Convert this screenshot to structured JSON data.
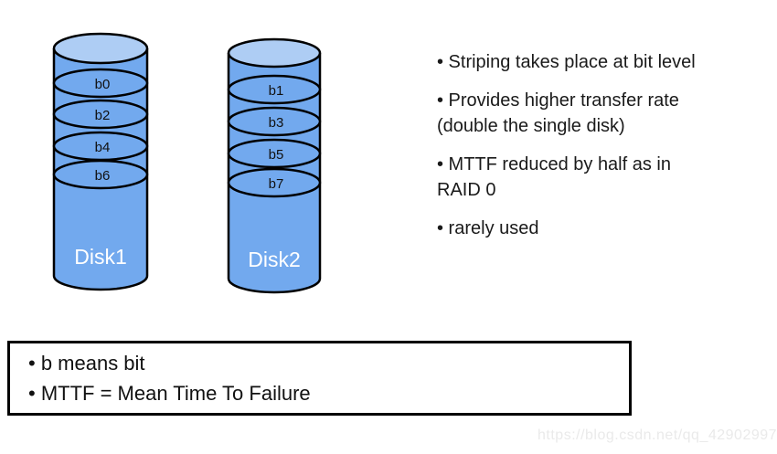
{
  "diagram": {
    "colors": {
      "disk_body": "#72A9EE",
      "disk_top": "#AECDF4",
      "outline": "#000000",
      "disk_label_text": "#FFFFFF"
    },
    "disks": [
      {
        "label": "Disk1",
        "platters": [
          "b0",
          "b2",
          "b4",
          "b6"
        ]
      },
      {
        "label": "Disk2",
        "platters": [
          "b1",
          "b3",
          "b5",
          "b7"
        ]
      }
    ]
  },
  "right_panel": {
    "bullets": [
      {
        "lines": [
          "• Striping takes place at bit level"
        ]
      },
      {
        "lines": [
          "• Provides higher transfer rate",
          "(double the single disk)"
        ]
      },
      {
        "lines": [
          "• MTTF reduced by half as in",
          "RAID 0"
        ]
      },
      {
        "lines": [
          "• rarely used"
        ]
      }
    ]
  },
  "footnote_box": {
    "lines": [
      "• b means bit",
      "• MTTF = Mean Time To Failure"
    ]
  },
  "watermark": "https://blog.csdn.net/qq_42902997"
}
